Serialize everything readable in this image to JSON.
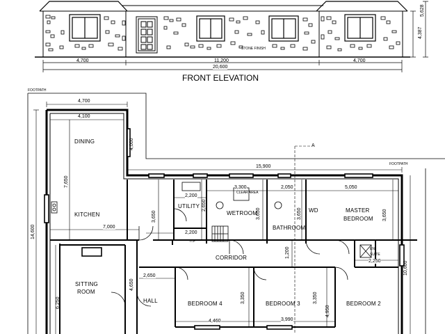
{
  "elevation": {
    "title": "FRONT ELEVATION",
    "stone_finish": "STONE FINISH",
    "dims": {
      "left_wing": "4,700",
      "centre": "11,200",
      "right_wing": "4,700",
      "overall": "20,600",
      "wall_height": "4,387",
      "ridge_height": "5,628"
    }
  },
  "plan": {
    "footpath_left": "FOOTPATH",
    "footpath_right": "FOOTPATH",
    "section_marker": "A",
    "dims": {
      "wing_outer_width": "4,700",
      "wing_inner_width": "4,100",
      "dining_window_depth": "4,000",
      "kitchen_depth": "7,650",
      "overall_depth": "14,600",
      "main_length": "15,900",
      "utility_width": "2,200",
      "wetroom_width": "3,300",
      "bathroom_width": "2,050",
      "master_width": "5,050",
      "utility_depth": "2,650",
      "wetroom_depth": "3,650",
      "bathroom_depth": "3,650",
      "master_depth": "3,650",
      "kitchen_length": "7,000",
      "hp_width": "2,200",
      "corridor_width": "1,200",
      "ensuite_width": "2,250",
      "right_depth": "10,600",
      "hall_width": "2,650",
      "hall_depth": "4,650",
      "sitting_depth": "6,250",
      "bed4_depth": "3,350",
      "bed3_depth": "3,350",
      "bed2_depth": "4,950",
      "bed4_width": "4,460",
      "bed3_width": "3,990",
      "kitchen_wall": "3,650"
    },
    "rooms": {
      "dining": "DINING",
      "kitchen": "KITCHEN",
      "utility": "UTILITY",
      "wetroom": "WETROOM",
      "clear_area": "CLEAR AREA",
      "bathroom": "BATHROOM",
      "wd": "WD",
      "master": "MASTER",
      "bedroom": "BEDROOM",
      "hp": "H.P",
      "corridor": "CORRIDOR",
      "en": "EN-",
      "suite": "SUITE",
      "sitting": "SITTING",
      "room": "ROOM",
      "hall": "HALL",
      "bedroom4": "BEDROOM 4",
      "bedroom3": "BEDROOM 3",
      "bedroom2": "BEDROOM 2"
    }
  }
}
